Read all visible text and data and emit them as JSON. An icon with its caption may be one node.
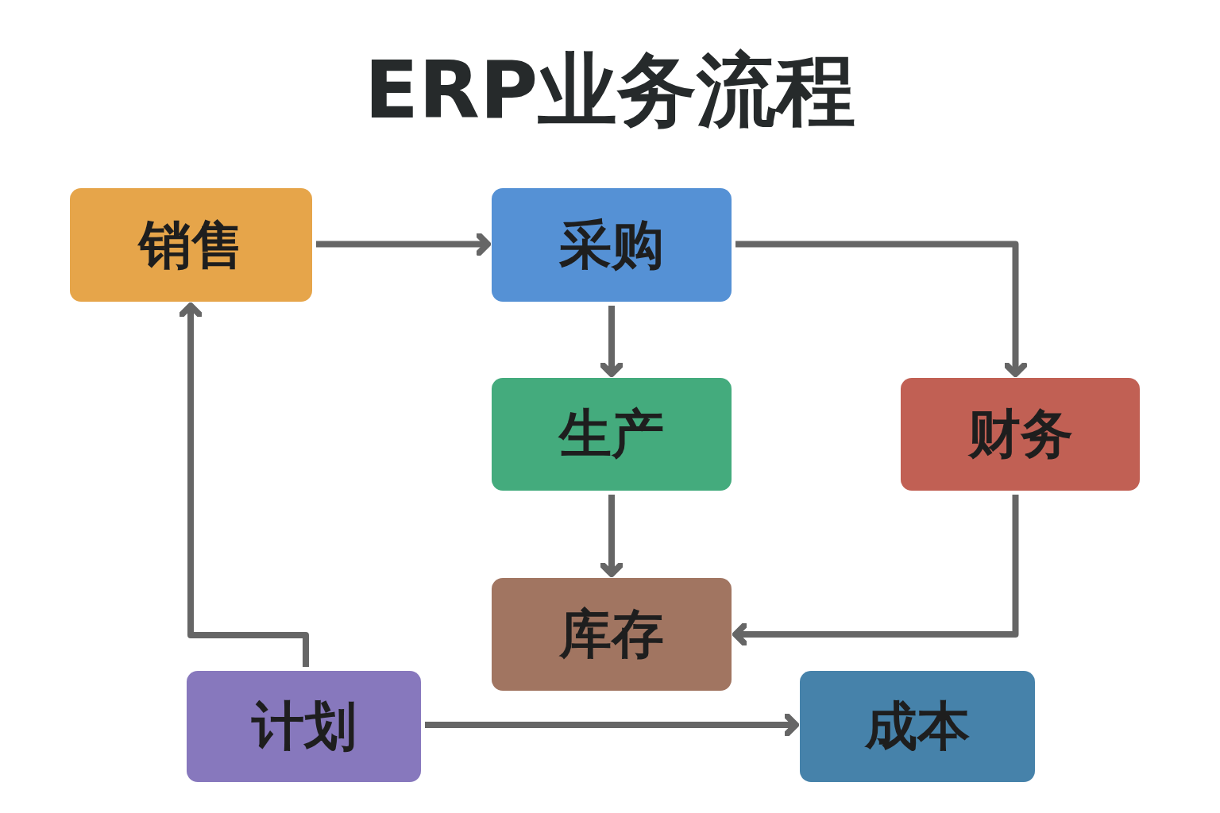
{
  "diagram": {
    "title": "ERP业务流程",
    "nodes": [
      {
        "text": [
          "销售"
        ]
      },
      {
        "text": [
          "采购"
        ]
      },
      {
        "text": [
          "生产"
        ]
      },
      {
        "text": [
          "财务"
        ]
      },
      {
        "text": [
          "库存"
        ]
      },
      {
        "text": [
          "计划"
        ]
      },
      {
        "text": [
          "成本"
        ]
      }
    ],
    "edges": [
      {
        "from": 0,
        "to": 1,
        "arrow": "to"
      },
      {
        "from": 1,
        "to": 3,
        "arrow": "to"
      },
      {
        "from": 1,
        "to": 2,
        "arrow": "to"
      },
      {
        "from": 2,
        "to": 4,
        "arrow": "to"
      },
      {
        "from": 3,
        "to": 4,
        "arrow": "to"
      },
      {
        "from": 5,
        "to": 0,
        "arrow": "to"
      },
      {
        "from": 5,
        "to": 6,
        "arrow": "to"
      }
    ]
  }
}
